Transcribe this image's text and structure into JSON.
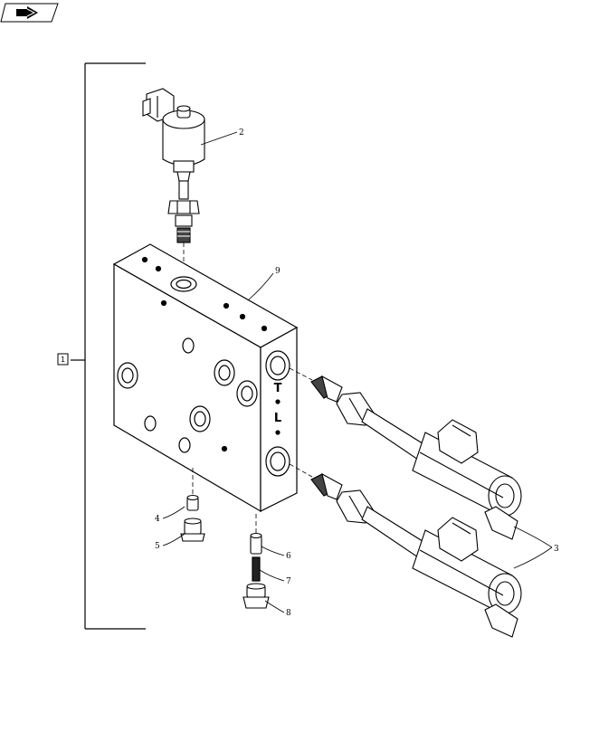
{
  "nav": {
    "icon": "back-arrow-icon"
  },
  "group_label": "1",
  "block_markings": {
    "tank": "T",
    "load": "L"
  },
  "callouts": [
    {
      "id": "2",
      "text": "2"
    },
    {
      "id": "9",
      "text": "9"
    },
    {
      "id": "3",
      "text": "3"
    },
    {
      "id": "4",
      "text": "4"
    },
    {
      "id": "5",
      "text": "5"
    },
    {
      "id": "6",
      "text": "6"
    },
    {
      "id": "7",
      "text": "7"
    },
    {
      "id": "8",
      "text": "8"
    }
  ]
}
